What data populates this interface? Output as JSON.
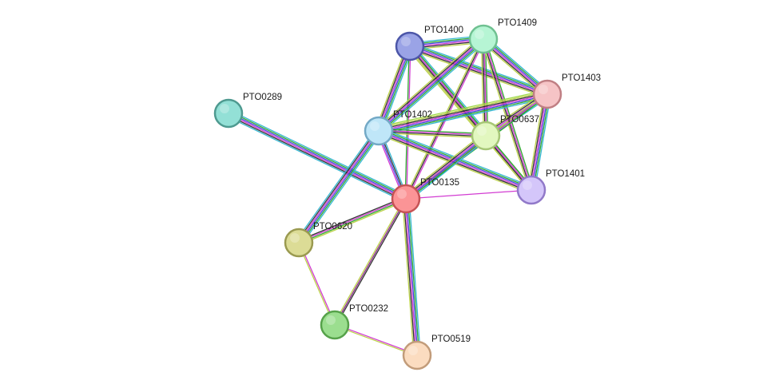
{
  "network": {
    "nodes": [
      {
        "id": "PTO0289",
        "label": "PTO0289",
        "fill": "#93e0d6",
        "stroke": "#4e9a90"
      },
      {
        "id": "PTO1400",
        "label": "PTO1400",
        "fill": "#9aa3e6",
        "stroke": "#4c56a8"
      },
      {
        "id": "PTO1409",
        "label": "PTO1409",
        "fill": "#b6f5d4",
        "stroke": "#6fc191"
      },
      {
        "id": "PTO1403",
        "label": "PTO1403",
        "fill": "#f6c4c6",
        "stroke": "#c07f84"
      },
      {
        "id": "PTO1402",
        "label": "PTO1402",
        "fill": "#bfe6f8",
        "stroke": "#73a9c6"
      },
      {
        "id": "PTO0637",
        "label": "PTO0637",
        "fill": "#e2f7bf",
        "stroke": "#a6c676"
      },
      {
        "id": "PTO1401",
        "label": "PTO1401",
        "fill": "#d4c6fa",
        "stroke": "#9179c9"
      },
      {
        "id": "PTO0135",
        "label": "PTO0135",
        "fill": "#fb9496",
        "stroke": "#c65356"
      },
      {
        "id": "PTO0620",
        "label": "PTO0620",
        "fill": "#dcdc96",
        "stroke": "#9a9a50"
      },
      {
        "id": "PTO0232",
        "label": "PTO0232",
        "fill": "#9bde8f",
        "stroke": "#56a24a"
      },
      {
        "id": "PTO0519",
        "label": "PTO0519",
        "fill": "#fbdcc0",
        "stroke": "#c29c7a"
      }
    ],
    "edge_colors": {
      "cyan": "#36b7d2",
      "green": "#2fa92f",
      "blue": "#4646e0",
      "magenta": "#d23cd2",
      "black": "#333333",
      "yellowgreen": "#bcd24a",
      "purple": "#8a2a8a",
      "lime": "#9fd94a"
    },
    "edges": [
      {
        "source": "PTO0289",
        "target": "PTO0135",
        "channels": [
          "cyan",
          "green",
          "blue",
          "magenta",
          "black",
          "cyan"
        ]
      },
      {
        "source": "PTO1400",
        "target": "PTO1409",
        "channels": [
          "cyan",
          "green",
          "blue",
          "magenta",
          "black",
          "yellowgreen"
        ]
      },
      {
        "source": "PTO1400",
        "target": "PTO1403",
        "channels": [
          "cyan",
          "green",
          "blue",
          "magenta",
          "black",
          "yellowgreen"
        ]
      },
      {
        "source": "PTO1400",
        "target": "PTO1402",
        "channels": [
          "cyan",
          "green",
          "blue",
          "magenta",
          "black",
          "yellowgreen"
        ]
      },
      {
        "source": "PTO1400",
        "target": "PTO0637",
        "channels": [
          "cyan",
          "green",
          "blue",
          "magenta",
          "black",
          "yellowgreen"
        ]
      },
      {
        "source": "PTO1400",
        "target": "PTO1401",
        "channels": [
          "green",
          "magenta",
          "black",
          "yellowgreen"
        ]
      },
      {
        "source": "PTO1400",
        "target": "PTO0135",
        "channels": [
          "magenta",
          "green"
        ]
      },
      {
        "source": "PTO1409",
        "target": "PTO1403",
        "channels": [
          "cyan",
          "green",
          "blue",
          "magenta",
          "black",
          "yellowgreen"
        ]
      },
      {
        "source": "PTO1409",
        "target": "PTO1402",
        "channels": [
          "cyan",
          "green",
          "blue",
          "magenta",
          "black",
          "yellowgreen"
        ]
      },
      {
        "source": "PTO1409",
        "target": "PTO0637",
        "channels": [
          "green",
          "magenta",
          "black",
          "yellowgreen"
        ]
      },
      {
        "source": "PTO1409",
        "target": "PTO1401",
        "channels": [
          "green",
          "magenta",
          "black",
          "yellowgreen"
        ]
      },
      {
        "source": "PTO1409",
        "target": "PTO0135",
        "channels": [
          "magenta",
          "black",
          "yellowgreen"
        ]
      },
      {
        "source": "PTO1403",
        "target": "PTO1402",
        "channels": [
          "cyan",
          "green",
          "blue",
          "magenta",
          "black",
          "yellowgreen",
          "lime"
        ]
      },
      {
        "source": "PTO1403",
        "target": "PTO0637",
        "channels": [
          "cyan",
          "green",
          "blue",
          "magenta",
          "black",
          "yellowgreen"
        ]
      },
      {
        "source": "PTO1403",
        "target": "PTO1401",
        "channels": [
          "cyan",
          "green",
          "blue",
          "magenta",
          "black",
          "yellowgreen"
        ]
      },
      {
        "source": "PTO1403",
        "target": "PTO0135",
        "channels": [
          "green",
          "magenta",
          "yellowgreen"
        ]
      },
      {
        "source": "PTO1402",
        "target": "PTO0637",
        "channels": [
          "green",
          "magenta",
          "black",
          "yellowgreen"
        ]
      },
      {
        "source": "PTO1402",
        "target": "PTO1401",
        "channels": [
          "cyan",
          "green",
          "blue",
          "magenta",
          "black",
          "yellowgreen"
        ]
      },
      {
        "source": "PTO1402",
        "target": "PTO0135",
        "channels": [
          "cyan",
          "black",
          "blue",
          "magenta"
        ]
      },
      {
        "source": "PTO1402",
        "target": "PTO0620",
        "channels": [
          "cyan",
          "green",
          "blue",
          "magenta",
          "black",
          "cyan"
        ]
      },
      {
        "source": "PTO0637",
        "target": "PTO1401",
        "channels": [
          "green",
          "magenta",
          "black",
          "yellowgreen"
        ]
      },
      {
        "source": "PTO0637",
        "target": "PTO0135",
        "channels": [
          "cyan",
          "green",
          "blue",
          "magenta",
          "black",
          "yellowgreen"
        ]
      },
      {
        "source": "PTO1401",
        "target": "PTO0135",
        "channels": [
          "magenta"
        ]
      },
      {
        "source": "PTO0135",
        "target": "PTO0620",
        "channels": [
          "yellowgreen",
          "green",
          "magenta",
          "black"
        ]
      },
      {
        "source": "PTO0135",
        "target": "PTO0232",
        "channels": [
          "black",
          "purple",
          "yellowgreen"
        ]
      },
      {
        "source": "PTO0135",
        "target": "PTO0519",
        "channels": [
          "cyan",
          "green",
          "blue",
          "magenta",
          "black",
          "yellowgreen"
        ]
      },
      {
        "source": "PTO0620",
        "target": "PTO0232",
        "channels": [
          "magenta",
          "yellowgreen"
        ]
      },
      {
        "source": "PTO0232",
        "target": "PTO0519",
        "channels": [
          "magenta",
          "yellowgreen"
        ]
      }
    ]
  }
}
